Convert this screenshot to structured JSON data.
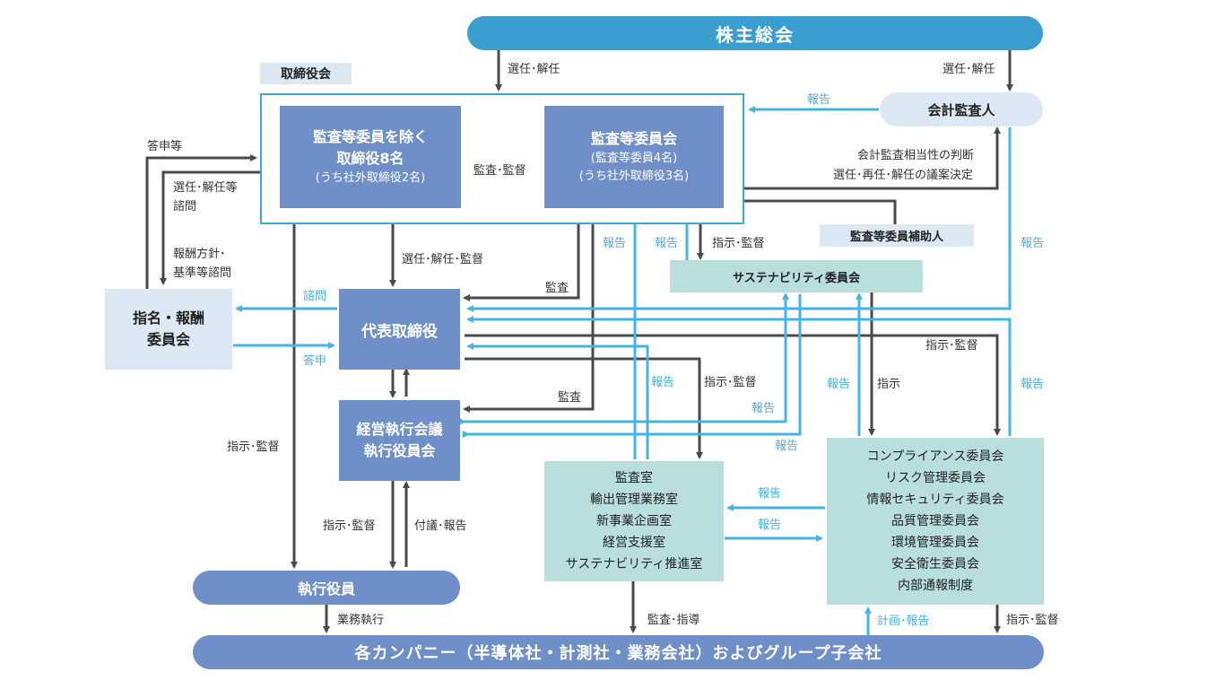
{
  "nodes": {
    "shareholders": "株主総会",
    "board_tag": "取締役会",
    "directors": [
      "監査等委員を除く",
      "取締役8名",
      "(うち社外取締役2名)"
    ],
    "audit_committee": [
      "監査等委員会",
      "(監査等委員4名)",
      "(うち社外取締役3名)"
    ],
    "accounting_auditor": "会計監査人",
    "audit_assistant": "監査等委員補助人",
    "sustainability_committee": "サステナビリティ委員会",
    "nomination": [
      "指名・報酬",
      "委員会"
    ],
    "representative": "代表取締役",
    "management_meeting": [
      "経営執行会議",
      "執行役員会"
    ],
    "offices": [
      "監査室",
      "輸出管理業務室",
      "新事業企画室",
      "経営支援室",
      "サステナビリティ推進室"
    ],
    "committees": [
      "コンプライアンス委員会",
      "リスク管理委員会",
      "情報セキュリティ委員会",
      "品質管理委員会",
      "環境管理委員会",
      "安全衛生委員会",
      "内部通報制度"
    ],
    "executive_officers": "執行役員",
    "companies": "各カンパニー（半導体社・計測社・業務会社）およびグループ子会社"
  },
  "labels": {
    "elect_dismiss_1": "選任･解任",
    "elect_dismiss_2": "選任･解任",
    "report_auditor": "報告",
    "answer": "答申等",
    "elect_consult": "選任･解任等",
    "consult_1": "諮問",
    "remuneration_1": "報酬方針･",
    "remuneration_2": "基準等諮問",
    "audit_supervise": "監査･監督",
    "judgment_1": "会計監査相当性の判断",
    "judgment_2": "選任･再任･解任の議案決定",
    "elect_supervise": "選任･解任･監督",
    "report_a": "報告",
    "report_b": "報告",
    "instruct_sust": "指示･監督",
    "report_right": "報告",
    "audit_rep": "監査",
    "consult_arrow": "諮問",
    "answer_arrow": "答申",
    "instruct_right": "指示･監督",
    "report_office": "報告",
    "instruct_office": "指示･監督",
    "report_c": "報告",
    "instruct_comm": "指示",
    "report_right2": "報告",
    "audit_mgmt": "監査",
    "report_d": "報告",
    "report_e": "報告",
    "instruct_left": "指示･監督",
    "instruct_exec": "指示･監督",
    "propose_report": "付議･報告",
    "report_f": "報告",
    "report_g": "報告",
    "business": "業務執行",
    "audit_guide": "監査･指導",
    "plan_report": "計画･報告",
    "instruct_bottom": "指示･監督"
  },
  "colors": {
    "dark": "#4a4a4a",
    "blue_arrow": "#46b5e5",
    "node_blue": "#6f8fc9",
    "header_teal": "#3a9ed0",
    "mint": "#b8dedd",
    "light": "#dce9f5"
  }
}
